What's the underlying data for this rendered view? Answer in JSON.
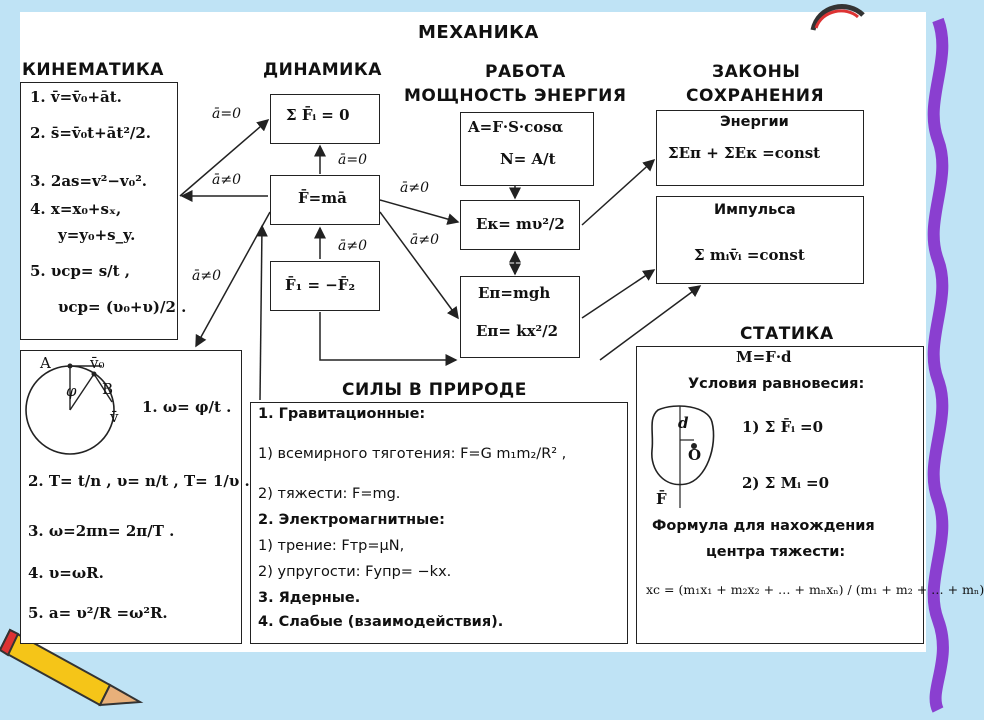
{
  "title": "МЕХАНИКА",
  "sections": {
    "kinematics": "КИНЕМАТИКА",
    "dynamics": "ДИНАМИКА",
    "work_line1": "РАБОТА",
    "work_line2": "МОЩНОСТЬ ЭНЕРГИЯ",
    "conservation_line1": "ЗАКОНЫ",
    "conservation_line2": "СОХРАНЕНИЯ",
    "forces": "СИЛЫ В ПРИРОДЕ",
    "statics": "СТАТИКА"
  },
  "kinematics_formulas": [
    "1. v̄=v̄₀+āt.",
    "2. s̄=v̄₀t+āt²/2.",
    "3. 2as=v²−v₀².",
    "4. x=x₀+sₓ,",
    "y=y₀+s_y.",
    "5. υср= s/t ,",
    "υср= (υ₀+υ)/2 ."
  ],
  "dynamics": {
    "first_law": "Σ F̄ᵢ = 0",
    "second_law": "F̄=mā",
    "third_law": "F̄₁ = −F̄₂"
  },
  "arrow_labels": {
    "a_zero_left": "ā=0",
    "a_nonzero_left": "ā≠0",
    "a_nonzero_low": "ā≠0",
    "a_zero_mid": "ā=0",
    "a_nonzero_mid": "ā≠0",
    "a_nonzero_right": "ā≠0",
    "a_nonzero_right2": "ā≠0"
  },
  "work": {
    "work_formula": "A=F·S·cosα",
    "power_formula": "N= A/t",
    "kinetic": "Eк= mυ²/2",
    "potential_gravity": "Eп=mgh",
    "potential_spring": "Eп= kx²/2"
  },
  "conservation": {
    "energy_title": "Энергии",
    "energy_formula": "ΣEп + ΣEк =const",
    "momentum_title": "Импульса",
    "momentum_formula": "Σ mᵢv̄ᵢ =const"
  },
  "rotation": {
    "point_a": "A",
    "point_b": "B",
    "v0": "v̄₀",
    "v": "v̄",
    "phi": "φ",
    "f1": "1.  ω= φ/t .",
    "f2": "2.  T= t/n ,  υ= n/t ,  T= 1/υ .",
    "f3": "3.  ω=2πn= 2π/T .",
    "f4": "4.  υ=ωR.",
    "f5": "5.  a= υ²/R =ω²R."
  },
  "forces": {
    "line1": "1. Гравитационные:",
    "line2": "1) всемирного тяготения: F=G m₁m₂/R² ,",
    "line3": "2) тяжести: F=mg.",
    "line4": "2. Электромагнитные:",
    "line5": "1) трение: Fтр=μN,",
    "line6": "2) упругости: Fупр= −kx.",
    "line7": "3. Ядерные.",
    "line8": "4. Слабые (взаимодействия)."
  },
  "statics": {
    "moment": "M=F·d",
    "equilibrium": "Условия равновесия:",
    "cond1": "1)  Σ F̄ᵢ =0",
    "cond2": "2)  Σ Mᵢ =0",
    "d": "d",
    "o": "O",
    "f": "F̄",
    "cog_title1": "Формула для нахождения",
    "cog_title2": "центра тяжести:",
    "cog_formula": "xc = (m₁x₁ + m₂x₂ + … + mₙxₙ) / (m₁ + m₂ + … + mₙ)"
  }
}
